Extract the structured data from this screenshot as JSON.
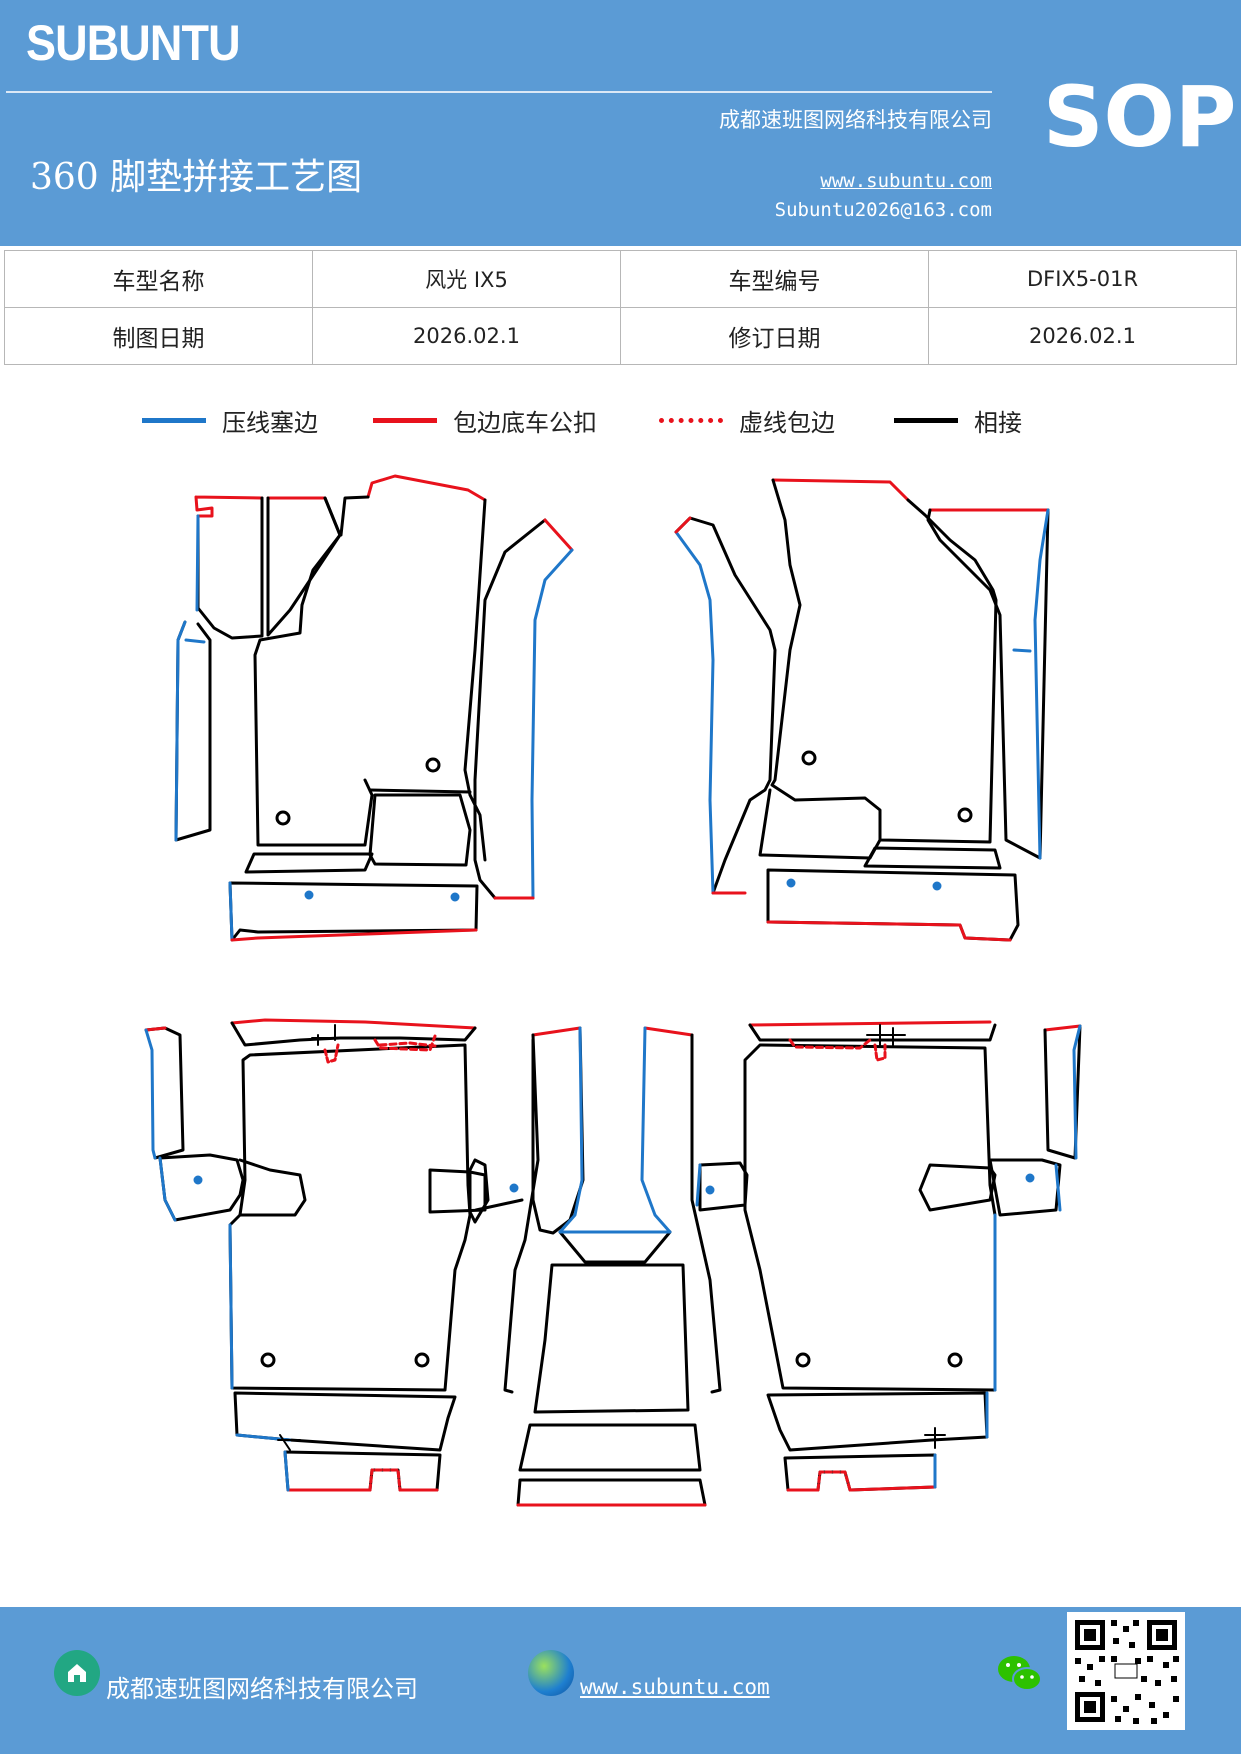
{
  "header": {
    "brand": "SUBUNTU",
    "sop": "SOP",
    "company": "成都速班图网络科技有限公司",
    "title": "360 脚垫拼接工艺图",
    "website": "www.subuntu.com",
    "email": "Subuntu2026@163.com"
  },
  "info": {
    "model_name_label": "车型名称",
    "model_name_value": "风光 IX5",
    "model_code_label": "车型编号",
    "model_code_value": "DFIX5-01R",
    "draw_date_label": "制图日期",
    "draw_date_value": "2026.02.1",
    "revise_date_label": "修订日期",
    "revise_date_value": "2026.02.1"
  },
  "legend": [
    {
      "label": "压线塞边",
      "color": "#1f77c9",
      "style": "solid"
    },
    {
      "label": "包边底车公扣",
      "color": "#e8121c",
      "style": "solid"
    },
    {
      "label": "虚线包边",
      "color": "#e8121c",
      "style": "dashed"
    },
    {
      "label": "相接",
      "color": "#000000",
      "style": "solid"
    }
  ],
  "footer": {
    "company": "成都速班图网络科技有限公司",
    "website": "www.subuntu.com",
    "home_icon": "home-icon",
    "globe_icon": "globe-icon",
    "wechat_icon": "wechat-icon",
    "qr_icon": "qr-code"
  },
  "colors": {
    "header_bg": "#5b9bd5",
    "blue_line": "#1f77c9",
    "red_line": "#e8121c"
  }
}
